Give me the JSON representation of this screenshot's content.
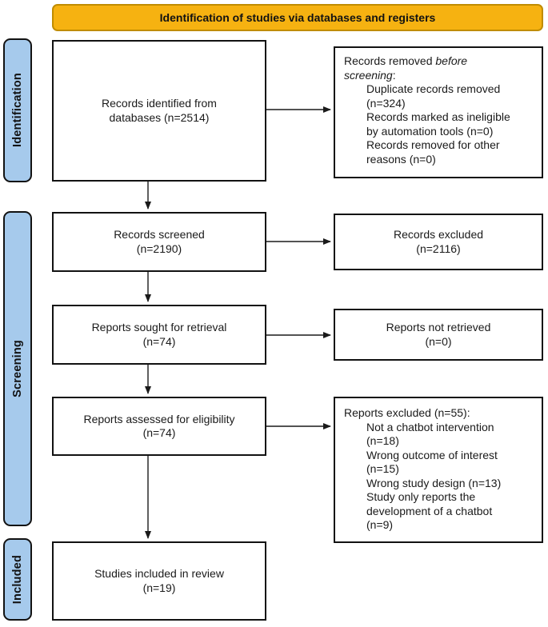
{
  "banner": {
    "label": "Identification of studies via databases and registers"
  },
  "colors": {
    "banner_fill": "#F6B211",
    "banner_border": "#C08C00",
    "stage_fill": "#A6CAEC",
    "box_border": "#121212",
    "arrow": "#1a1a1a"
  },
  "stages": [
    {
      "label": "Identification"
    },
    {
      "label": "Screening"
    },
    {
      "label": "Included"
    }
  ],
  "flow": {
    "records_identified": {
      "text": "Records identified from\ndatabases (n=2514)"
    },
    "records_screened": {
      "text": "Records screened\n(n=2190)"
    },
    "reports_sought": {
      "text": "Reports sought for retrieval\n(n=74)"
    },
    "reports_assessed": {
      "text": "Reports assessed for eligibility\n(n=74)"
    },
    "studies_included": {
      "text": "Studies included in review\n(n=19)"
    }
  },
  "exclusions": {
    "records_removed": {
      "title_regular_1": "Records removed ",
      "title_italic_1": "before",
      "title_italic_2": "screening",
      "title_regular_2": ":",
      "items": [
        "Duplicate records removed\n(n=324)",
        "Records marked as ineligible\nby automation tools (n=0)",
        "Records removed for other\nreasons (n=0)"
      ]
    },
    "records_excluded": {
      "text": "Records excluded\n(n=2116)"
    },
    "reports_not_retrieved": {
      "text": "Reports not retrieved\n(n=0)"
    },
    "reports_excluded": {
      "title": "Reports excluded (n=55):",
      "items": [
        "Not a chatbot intervention\n(n=18)",
        "Wrong outcome of interest\n(n=15)",
        "Wrong study design (n=13)",
        "Study only reports the\ndevelopment of a chatbot\n(n=9)"
      ]
    }
  }
}
